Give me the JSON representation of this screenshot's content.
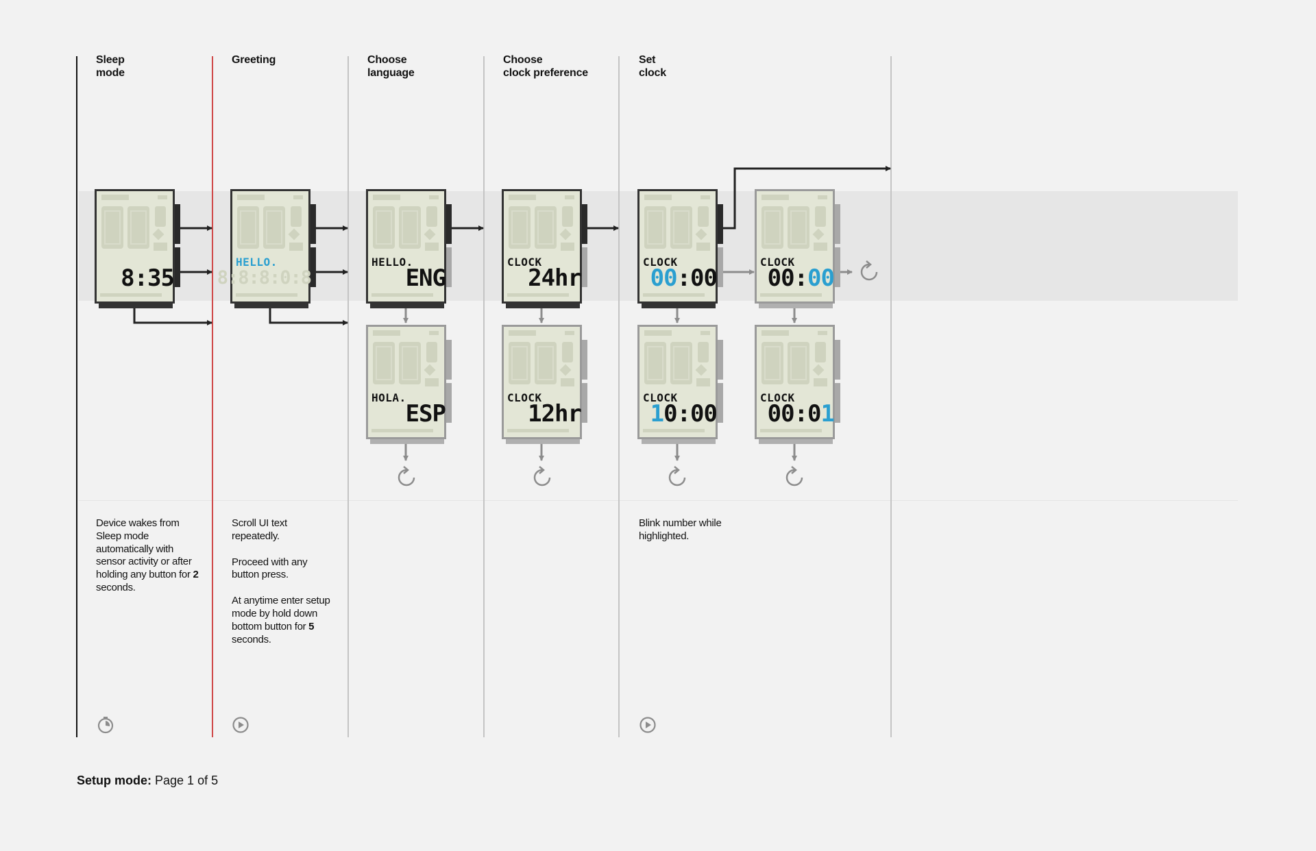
{
  "columns": [
    {
      "title_l1": "Sleep",
      "title_l2": "mode",
      "desc": [
        "Device wakes from Sleep mode automatically with sensor activity or after holding any button for ",
        "2",
        " seconds."
      ],
      "icon": "timer-icon"
    },
    {
      "title_l1": "Greeting",
      "title_l2": "",
      "desc1": "Scroll UI text repeatedly.",
      "desc2": "Proceed with any button press.",
      "desc3": [
        "At anytime enter setup mode by hold down bottom button for ",
        "5",
        " seconds."
      ],
      "icon": "play-icon"
    },
    {
      "title_l1": "Choose",
      "title_l2": "language"
    },
    {
      "title_l1": "Choose",
      "title_l2": "clock preference"
    },
    {
      "title_l1": "Set",
      "title_l2": "clock",
      "desc": "Blink number while highlighted.",
      "icon": "play-icon"
    }
  ],
  "screens": {
    "sleep": {
      "label": "",
      "value": "8:35"
    },
    "greeting": {
      "label": "HELLO.",
      "value": "8:8:8:0:8"
    },
    "lang_eng": {
      "label": "HELLO.",
      "value": "ENG"
    },
    "lang_esp": {
      "label": "HOLA.",
      "value": "ESP"
    },
    "clock_24": {
      "label": "CLOCK",
      "value": "24hr"
    },
    "clock_12": {
      "label": "CLOCK",
      "value": "12hr"
    },
    "set_a": {
      "label": "CLOCK",
      "value_hi": "00",
      "value_rest": ":00"
    },
    "set_b": {
      "label": "CLOCK",
      "value_rest": "00:",
      "value_hi": "00"
    },
    "set_c": {
      "label": "CLOCK",
      "value_hi": "1",
      "value_rest": "0:00"
    },
    "set_d": {
      "label": "CLOCK",
      "value_rest": "00:0",
      "value_hi": "1"
    }
  },
  "footer": {
    "bold": "Setup mode:",
    "text": " Page 1 of 5"
  },
  "colors": {
    "accent": "#2a9fd0",
    "divider_red": "#d04a4a",
    "lcd": "#e3e6d6",
    "frame": "#444444"
  }
}
